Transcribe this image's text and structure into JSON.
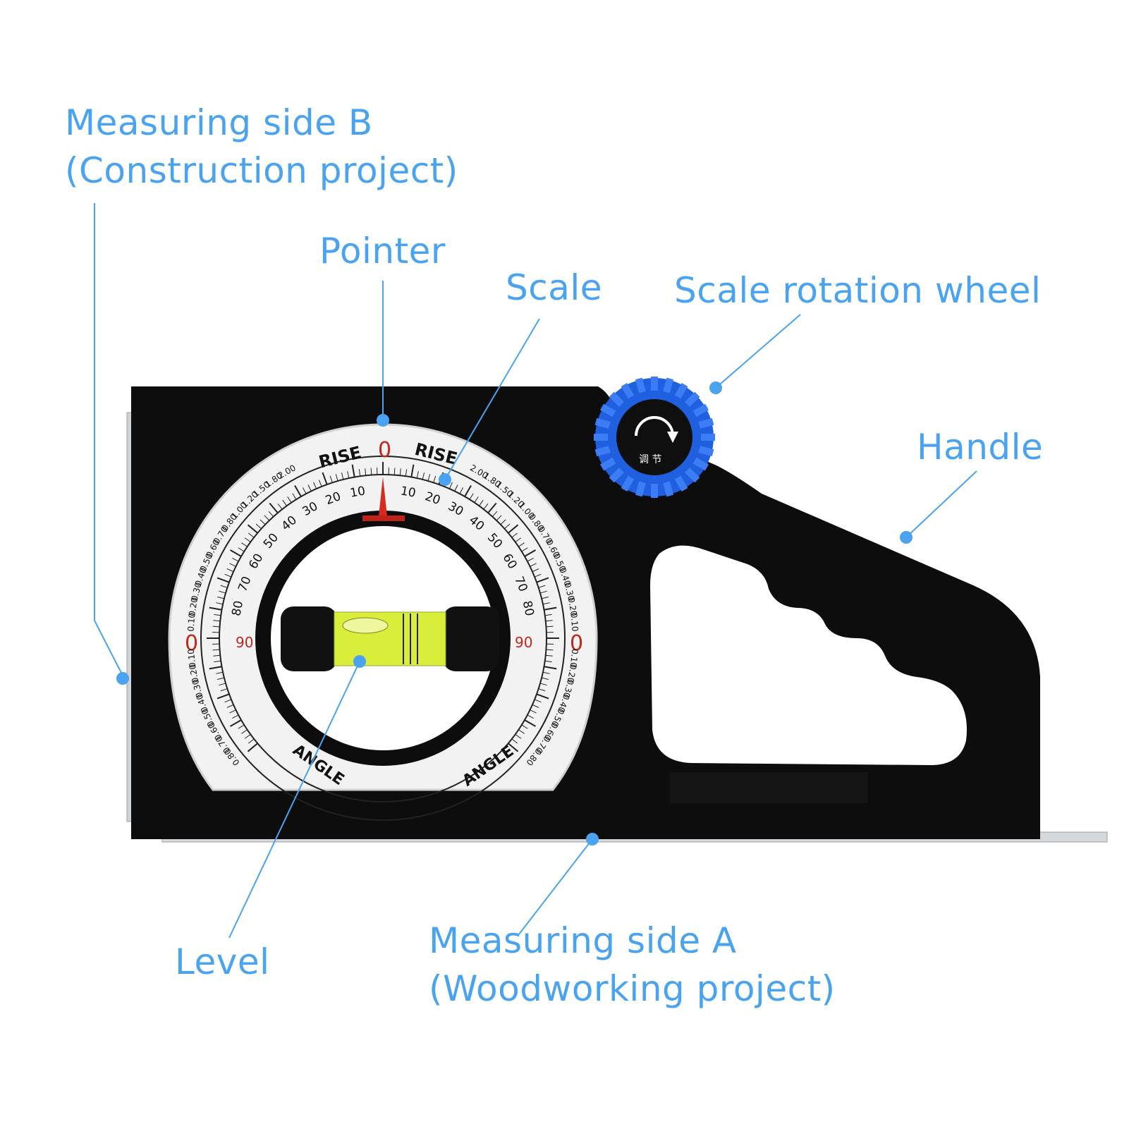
{
  "callouts": {
    "measuring_side_b": {
      "line1": "Measuring side B",
      "line2": "(Construction project)"
    },
    "pointer": "Pointer",
    "scale": "Scale",
    "scale_rotation_wheel": "Scale rotation wheel",
    "handle": "Handle",
    "level": "Level",
    "measuring_side_a": {
      "line1": "Measuring side A",
      "line2": "(Woodworking project)"
    }
  },
  "dial": {
    "rise_label": "RISE",
    "angle_label": "ANGLE",
    "zero_label": "0",
    "ninety_label": "90",
    "angle_numbers": [
      "10",
      "20",
      "30",
      "40",
      "50",
      "60",
      "70",
      "80"
    ],
    "rise_values": [
      "2.00",
      "1.80",
      "1.50",
      "1.20",
      "1.00",
      "0.80",
      "0.70",
      "0.60",
      "0.50",
      "0.40",
      "0.30",
      "0.20",
      "0.10"
    ],
    "lower_values": [
      "0.10",
      "0.20",
      "0.30",
      "0.40",
      "0.50",
      "0.60",
      "0.70",
      "0.80"
    ]
  },
  "wheel": {
    "text": "调 节"
  },
  "colors": {
    "callout_blue": "#4aa3f0",
    "body_black": "#0d0d0d",
    "wheel_blue": "#1f5fe0",
    "pointer_red": "#d62a1e",
    "bubble_yellow": "#d8ee3a"
  }
}
